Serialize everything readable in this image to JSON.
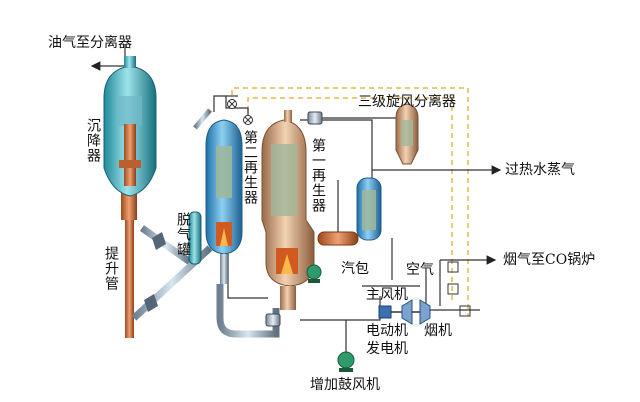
{
  "labels": {
    "oil_gas_to_separator": "油气至分离器",
    "settler": "沉降器",
    "riser": "提升管",
    "degassing_tank": "脱气罐",
    "second_regenerator": "第二再生器",
    "first_regenerator": "第一再生器",
    "third_stage_cyclone": "三级旋风分离器",
    "superheated_steam": "过热水蒸气",
    "steam_drum": "汽包",
    "air": "空气",
    "flue_gas_to_co_boiler": "烟气至CO锅炉",
    "main_blower": "主风机",
    "motor_generator": "电动机\n发电机",
    "expander": "烟机",
    "booster_blower": "增加鼓风机"
  },
  "colors": {
    "vessel_blue": "#3a8fd0",
    "vessel_tan": "#c99a72",
    "riser_copper": "#c8703a",
    "flame": "#ff7a1a",
    "pipe_gray": "#8a8f96",
    "dashed_gold": "#e2b84a",
    "line_dark": "#222222"
  }
}
